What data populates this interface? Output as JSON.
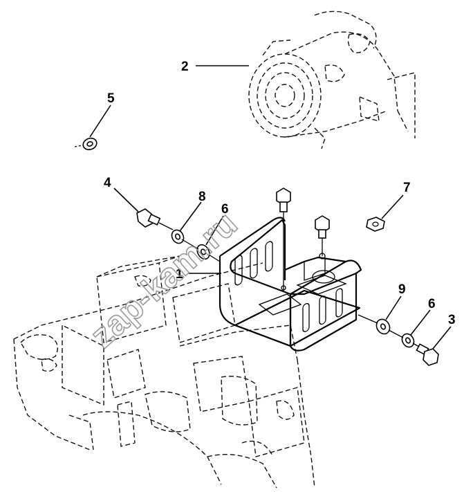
{
  "watermark": "zap-kam.ru",
  "callouts": [
    {
      "id": "part-1",
      "label": "1"
    },
    {
      "id": "part-2",
      "label": "2"
    },
    {
      "id": "part-3",
      "label": "3"
    },
    {
      "id": "part-4",
      "label": "4"
    },
    {
      "id": "part-5",
      "label": "5"
    },
    {
      "id": "part-6a",
      "label": "6"
    },
    {
      "id": "part-6b",
      "label": "6"
    },
    {
      "id": "part-7",
      "label": "7"
    },
    {
      "id": "part-8",
      "label": "8"
    },
    {
      "id": "part-9",
      "label": "9"
    }
  ]
}
